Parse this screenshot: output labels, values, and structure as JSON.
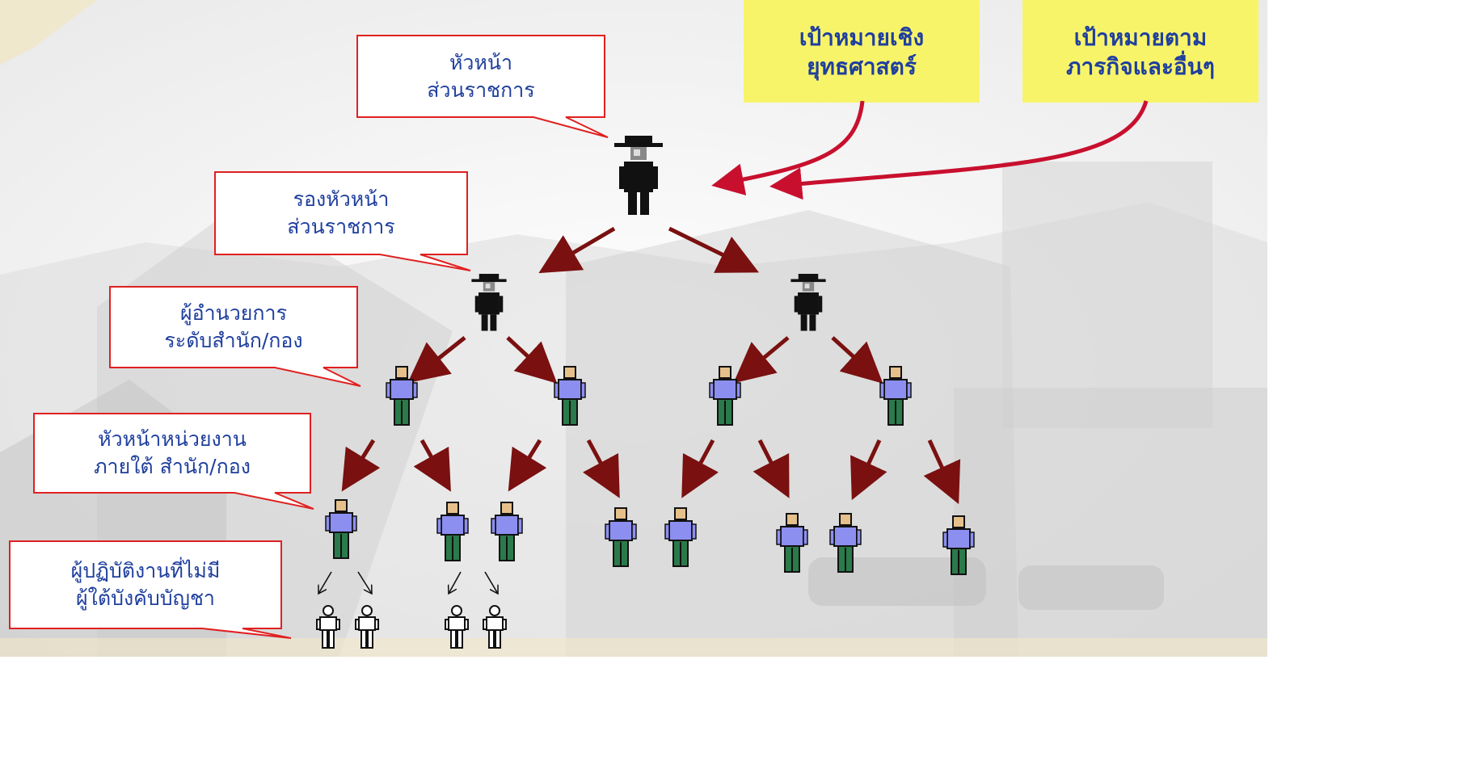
{
  "goals": {
    "strategic": "เป้าหมายเชิง\nยุทธศาสตร์",
    "mission": "เป้าหมายตาม\nภารกิจและอื่นๆ"
  },
  "labels": {
    "head": "หัวหน้า\nส่วนราชการ",
    "deputy": "รองหัวหน้า\nส่วนราชการ",
    "director": "ผู้อำนวยการ\nระดับสำนัก/กอง",
    "unit_head": "หัวหน้าหน่วยงาน\nภายใต้ สำนัก/กอง",
    "staff": "ผู้ปฏิบัติงานที่ไม่มี\nผู้ใต้บังคับบัญชา"
  },
  "colors": {
    "arrow": "#7a1010",
    "callout_border": "#e02020",
    "goal_fill": "#f8f46a",
    "text": "#1f3f9e",
    "executive": "#111111",
    "manager_shirt": "#8c8ff0",
    "manager_pants": "#2a7a4a"
  },
  "icons": {
    "executive": "executive-with-hat-icon",
    "manager": "staff-person-icon",
    "worker": "outline-person-icon"
  }
}
